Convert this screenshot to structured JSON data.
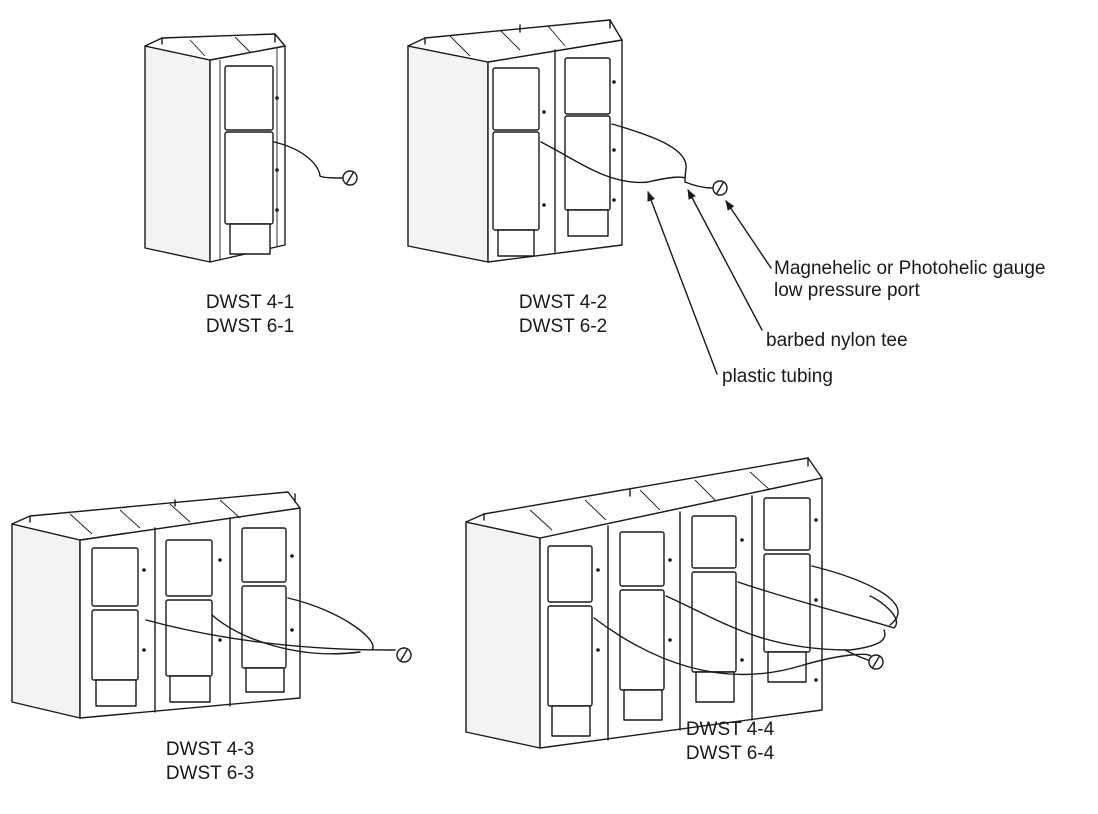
{
  "units": [
    {
      "key": "u1",
      "lines": [
        "DWST 4-1",
        "DWST 6-1"
      ]
    },
    {
      "key": "u2",
      "lines": [
        "DWST 4-2",
        "DWST 6-2"
      ]
    },
    {
      "key": "u3",
      "lines": [
        "DWST 4-3",
        "DWST 6-3"
      ]
    },
    {
      "key": "u4",
      "lines": [
        "DWST 4-4",
        "DWST 6-4"
      ]
    }
  ],
  "callouts": {
    "gauge": [
      "Magnehelic or Photohelic gauge",
      "low pressure port"
    ],
    "tee": "barbed nylon tee",
    "tubing": "plastic tubing"
  }
}
